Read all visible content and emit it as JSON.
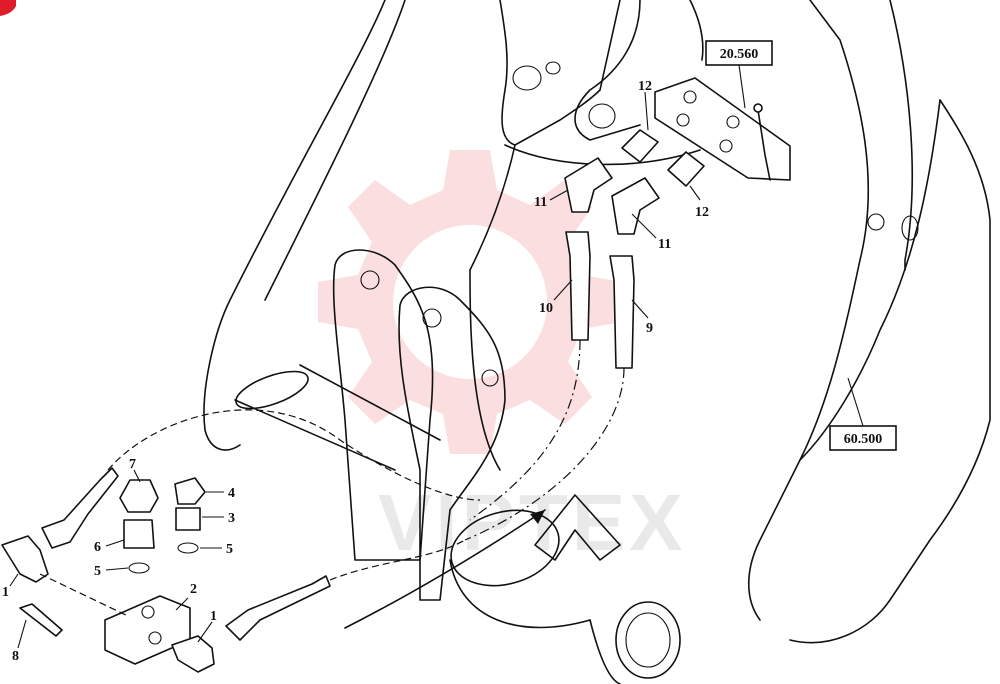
{
  "diagram": {
    "watermark_text": "VIPTEX",
    "reference_boxes": [
      {
        "id": "ref-top",
        "text": "20.560"
      },
      {
        "id": "ref-right",
        "text": "60.500"
      }
    ],
    "callouts": {
      "c1a": "1",
      "c1b": "1",
      "c2": "2",
      "c3": "3",
      "c4": "4",
      "c5a": "5",
      "c5b": "5",
      "c6": "6",
      "c7": "7",
      "c8": "8",
      "c9": "9",
      "c10": "10",
      "c11a": "11",
      "c11b": "11",
      "c12a": "12",
      "c12b": "12"
    }
  }
}
